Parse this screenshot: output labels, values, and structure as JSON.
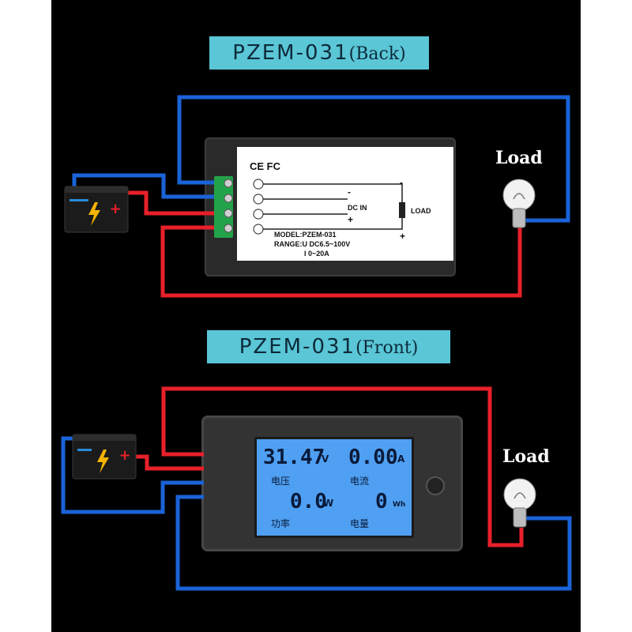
{
  "back_title": {
    "main": "PZEM-031",
    "sub": "(Back)"
  },
  "front_title": {
    "main": "PZEM-031",
    "sub": "(Front)"
  },
  "load_label_back": "Load",
  "load_label_front": "Load",
  "back_label": {
    "cert_marks": "CE FC",
    "dc_in": "DC IN",
    "load": "LOAD",
    "minus": "-",
    "plus": "+",
    "model": "MODEL:PZEM-031",
    "range_u": "RANGE:U DC6.5~100V",
    "range_i": "I 0~20A"
  },
  "display": {
    "voltage": "31.47",
    "voltage_unit": "V",
    "voltage_label": "电压",
    "current": "0.00",
    "current_unit": "A",
    "current_label": "电流",
    "power": "0.0",
    "power_unit": "W",
    "power_label": "功率",
    "energy": "0",
    "energy_unit": "Wh",
    "energy_label": "电量"
  },
  "colors": {
    "background": "#000000",
    "title_bg": "#5ac6d6",
    "wire_positive": "#e8202a",
    "wire_negative": "#1a63d8",
    "lcd": "#4fa0f2",
    "terminal": "#22a34a"
  }
}
